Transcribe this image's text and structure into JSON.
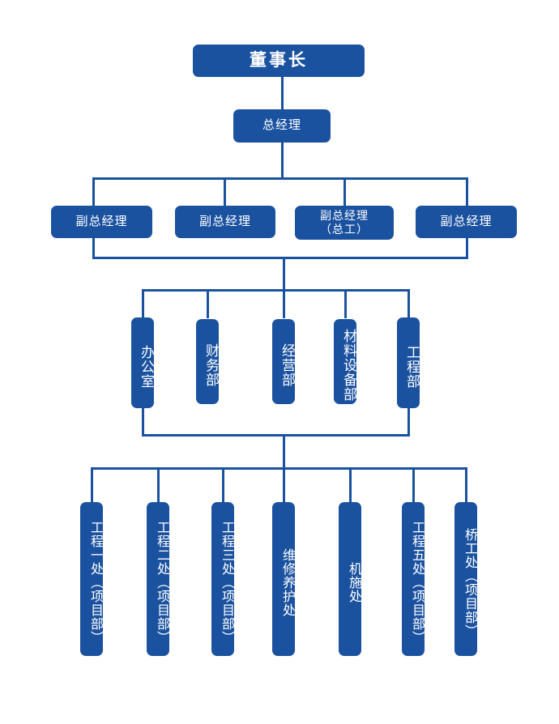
{
  "diagram": {
    "title_text": "",
    "accent_color": "#1B52A0",
    "text_color": "#FFFFFF",
    "background_color": "#FFFFFF",
    "levels": [
      {
        "level": 1,
        "name": "chairman",
        "nodes": [
          {
            "id": "chairman",
            "label": "董事长",
            "orientation": "horizontal",
            "bold": true
          }
        ]
      },
      {
        "level": 2,
        "name": "general-manager",
        "nodes": [
          {
            "id": "gm",
            "label": "总经理",
            "orientation": "horizontal",
            "bold": false
          }
        ]
      },
      {
        "level": 3,
        "name": "deputy-general-managers",
        "nodes": [
          {
            "id": "dgm1",
            "label": "副总经理",
            "orientation": "horizontal",
            "bold": false
          },
          {
            "id": "dgm2",
            "label": "副总经理",
            "orientation": "horizontal",
            "bold": false
          },
          {
            "id": "dgm3",
            "label": "副总经理\n（总工）",
            "line1": "副总经理",
            "line2": "（总工）",
            "orientation": "horizontal",
            "bold": false
          },
          {
            "id": "dgm4",
            "label": "副总经理",
            "orientation": "horizontal",
            "bold": false
          }
        ]
      },
      {
        "level": 4,
        "name": "departments",
        "nodes": [
          {
            "id": "dept1",
            "label": "办公室",
            "orientation": "vertical"
          },
          {
            "id": "dept2",
            "label": "财务部",
            "orientation": "vertical"
          },
          {
            "id": "dept3",
            "label": "经营部",
            "orientation": "vertical"
          },
          {
            "id": "dept4",
            "label": "材料设备部",
            "orientation": "vertical"
          },
          {
            "id": "dept5",
            "label": "工程部",
            "orientation": "vertical"
          }
        ]
      },
      {
        "level": 5,
        "name": "project-units",
        "nodes": [
          {
            "id": "unit1",
            "label": "工程一处（项目部）",
            "orientation": "vertical"
          },
          {
            "id": "unit2",
            "label": "工程二处（项目部）",
            "orientation": "vertical"
          },
          {
            "id": "unit3",
            "label": "工程三处（项目部）",
            "orientation": "vertical"
          },
          {
            "id": "unit4",
            "label": "维修养护处",
            "orientation": "vertical"
          },
          {
            "id": "unit5",
            "label": "机施处",
            "orientation": "vertical"
          },
          {
            "id": "unit6",
            "label": "工程五处（项目部）",
            "orientation": "vertical"
          },
          {
            "id": "unit7",
            "label": "桥工处（项目部）",
            "orientation": "vertical"
          }
        ]
      }
    ]
  }
}
